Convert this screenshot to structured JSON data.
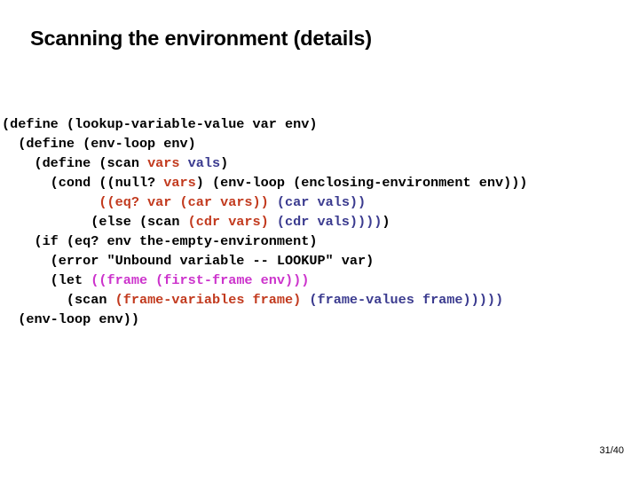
{
  "slide": {
    "title": "Scanning the environment (details)",
    "page_number": "31/40",
    "background_color": "#ffffff"
  },
  "colors": {
    "default_text": "#000000",
    "vars_red": "#C23A1E",
    "vals_blue": "#3B3B8F",
    "frame_violet": "#CC33CC"
  },
  "code": {
    "language": "scheme",
    "lines": [
      {
        "index": 0,
        "text": "(define (lookup-variable-value var env)",
        "tokens": [
          {
            "text": "(define (lookup-variable-value var env)",
            "color": "black"
          }
        ]
      },
      {
        "index": 1,
        "text": "  (define (env-loop env)",
        "tokens": [
          {
            "text": "  (define (env-loop env)",
            "color": "black"
          }
        ]
      },
      {
        "index": 2,
        "text": "    (define (scan vars vals)",
        "tokens": [
          {
            "text": "    (define (scan ",
            "color": "black"
          },
          {
            "text": "vars",
            "color": "red"
          },
          {
            "text": " ",
            "color": "black"
          },
          {
            "text": "vals",
            "color": "blue"
          },
          {
            "text": ")",
            "color": "black"
          }
        ]
      },
      {
        "index": 3,
        "text": "      (cond ((null? vars) (env-loop (enclosing-environment env)))",
        "tokens": [
          {
            "text": "      (cond ((null? ",
            "color": "black"
          },
          {
            "text": "vars",
            "color": "red"
          },
          {
            "text": ") (env-loop (enclosing-environment env)))",
            "color": "black"
          }
        ]
      },
      {
        "index": 4,
        "text": "            ((eq? var (car vars)) (car vals))",
        "tokens": [
          {
            "text": "            ",
            "color": "black"
          },
          {
            "text": "((eq? var (car vars))",
            "color": "red"
          },
          {
            "text": " ",
            "color": "black"
          },
          {
            "text": "(car vals))",
            "color": "blue"
          }
        ]
      },
      {
        "index": 5,
        "text": "           (else (scan (cdr vars) (cdr vals)))))",
        "tokens": [
          {
            "text": "           (else (scan ",
            "color": "black"
          },
          {
            "text": "(cdr vars)",
            "color": "red"
          },
          {
            "text": " ",
            "color": "black"
          },
          {
            "text": "(cdr vals))))",
            "color": "blue"
          },
          {
            "text": ")",
            "color": "black"
          }
        ]
      },
      {
        "index": 6,
        "text": "    (if (eq? env the-empty-environment)",
        "tokens": [
          {
            "text": "    (if (eq? env the-empty-environment)",
            "color": "black"
          }
        ]
      },
      {
        "index": 7,
        "text": "      (error \"Unbound variable -- LOOKUP\" var)",
        "tokens": [
          {
            "text": "      (error \"Unbound variable -- LOOKUP\" var)",
            "color": "black"
          }
        ]
      },
      {
        "index": 8,
        "text": "      (let ((frame (first-frame env)))",
        "tokens": [
          {
            "text": "      (let ",
            "color": "black"
          },
          {
            "text": "((frame (first-frame env)))",
            "color": "violet"
          }
        ]
      },
      {
        "index": 9,
        "text": "        (scan (frame-variables frame) (frame-values frame)))))",
        "tokens": [
          {
            "text": "        (scan ",
            "color": "black"
          },
          {
            "text": "(frame-variables frame)",
            "color": "red"
          },
          {
            "text": " ",
            "color": "black"
          },
          {
            "text": "(frame-values frame)))))",
            "color": "blue"
          }
        ]
      },
      {
        "index": 10,
        "text": "  (env-loop env))",
        "tokens": [
          {
            "text": "  (env-loop env))",
            "color": "black"
          }
        ]
      }
    ]
  }
}
